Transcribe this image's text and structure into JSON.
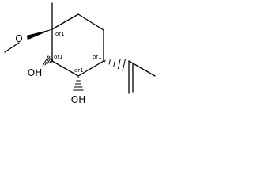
{
  "molecule": {
    "atoms": {
      "methoxy_oxygen": "O",
      "hydroxyl_oxygen_1": "OH",
      "hydroxyl_oxygen_2": "OH"
    },
    "stereo_flags": {
      "quaternary_carbon": "or1",
      "upper_carbinol_carbon": "or1",
      "lower_carbinol_carbon": "or1",
      "isopropenyl_carbon": "or1"
    }
  }
}
